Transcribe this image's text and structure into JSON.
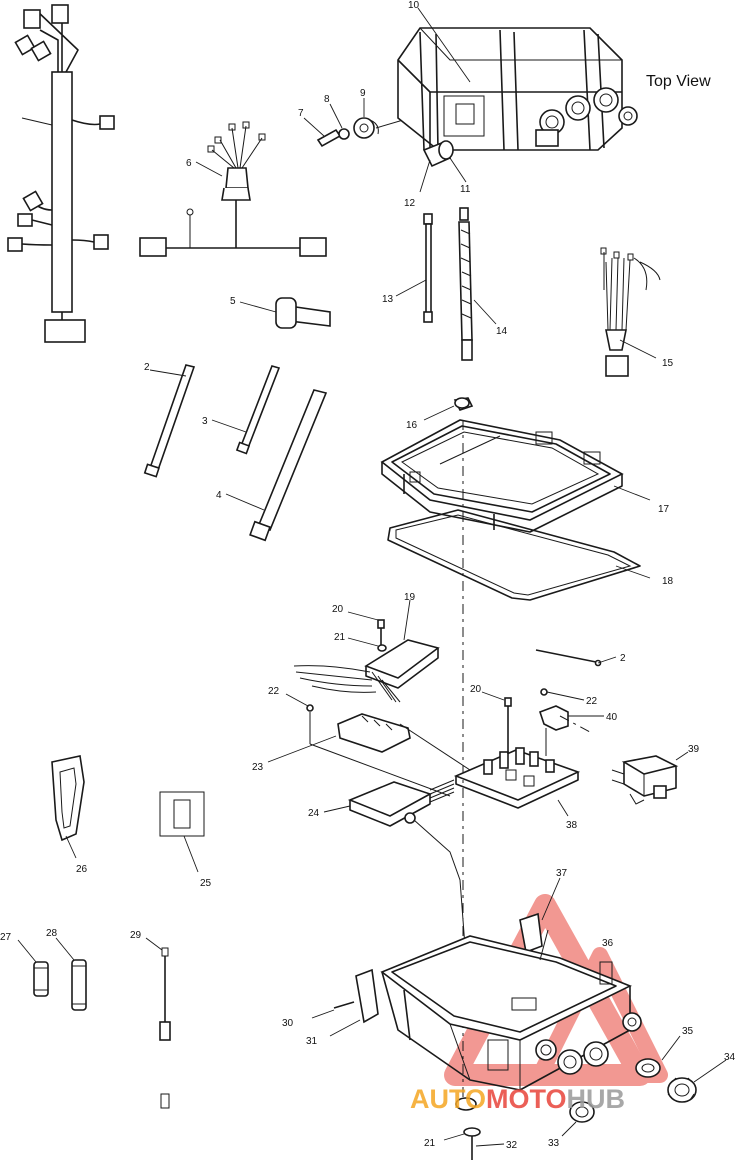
{
  "view_label": "Top View",
  "callouts": [
    "2",
    "2",
    "3",
    "4",
    "5",
    "6",
    "7",
    "8",
    "9",
    "10",
    "11",
    "12",
    "13",
    "14",
    "15",
    "16",
    "17",
    "18",
    "19",
    "20",
    "20",
    "21",
    "21",
    "22",
    "22",
    "23",
    "24",
    "25",
    "26",
    "27",
    "28",
    "29",
    "30",
    "31",
    "32",
    "33",
    "34",
    "35",
    "36",
    "37",
    "38",
    "39",
    "40"
  ],
  "watermark": {
    "part1": "AUTO",
    "part2": "MOTO",
    "part3": "HUB",
    "color1": "#f5a623",
    "color2": "#e8443a",
    "color3": "#9a9a9a"
  },
  "colors": {
    "line": "#1a1a1a",
    "background": "#ffffff"
  }
}
